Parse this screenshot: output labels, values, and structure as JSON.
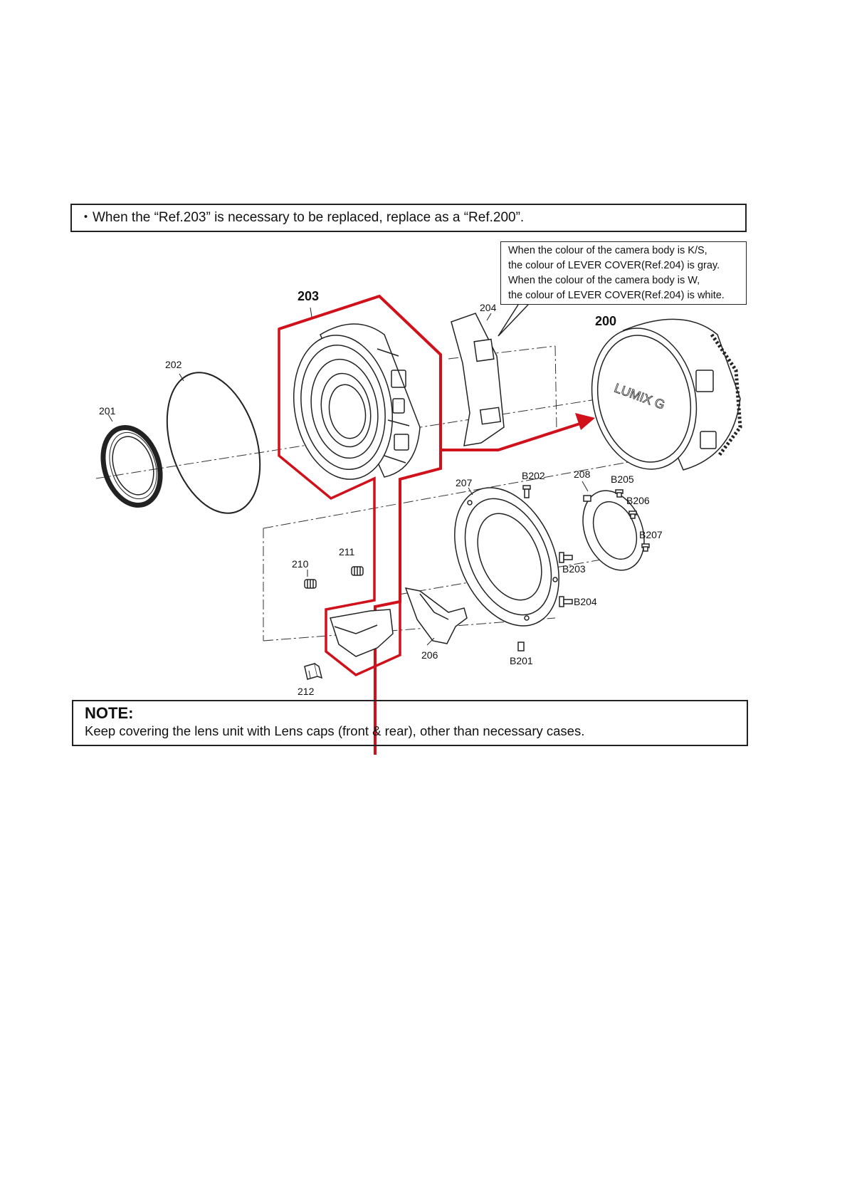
{
  "top_note": "・When the “Ref.203” is necessary to be replaced, replace as a “Ref.200”.",
  "callout_lines": [
    "When the colour of the camera body is K/S,",
    "the colour of LEVER COVER(Ref.204) is gray.",
    "When the colour of the camera body is W,",
    "the colour of LEVER COVER(Ref.204) is white."
  ],
  "labels": {
    "p203": "203",
    "p200": "200",
    "p204": "204",
    "p202": "202",
    "p201": "201",
    "p207": "207",
    "pB202": "B202",
    "p208": "208",
    "pB205": "B205",
    "pB206": "B206",
    "pB207": "B207",
    "pB203": "B203",
    "pB204": "B204",
    "p210": "210",
    "p211": "211",
    "p206": "206",
    "pB201": "B201",
    "p212": "212"
  },
  "cap_logo_text": "LUMIX G",
  "note": {
    "title": "NOTE:",
    "text": "Keep covering the lens unit with Lens caps (front & rear), other than necessary cases."
  },
  "colors": {
    "highlight": "#d0101a",
    "line": "#222222"
  }
}
